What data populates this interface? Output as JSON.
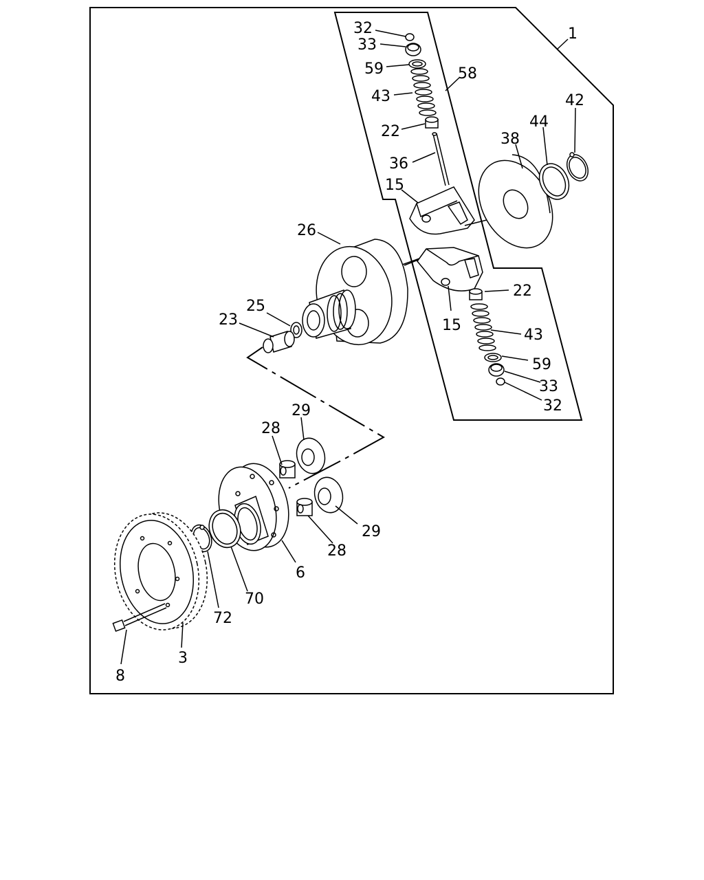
{
  "callouts": {
    "c1": "1",
    "c3": "3",
    "c6": "6",
    "c8": "8",
    "c15a": "15",
    "c15b": "15",
    "c22a": "22",
    "c22b": "22",
    "c23": "23",
    "c25": "25",
    "c26": "26",
    "c28a": "28",
    "c28b": "28",
    "c29a": "29",
    "c29b": "29",
    "c32a": "32",
    "c32b": "32",
    "c33a": "33",
    "c33b": "33",
    "c36": "36",
    "c38": "38",
    "c42": "42",
    "c43a": "43",
    "c43b": "43",
    "c44": "44",
    "c58": "58",
    "c59a": "59",
    "c59b": "59",
    "c70": "70",
    "c72": "72"
  }
}
